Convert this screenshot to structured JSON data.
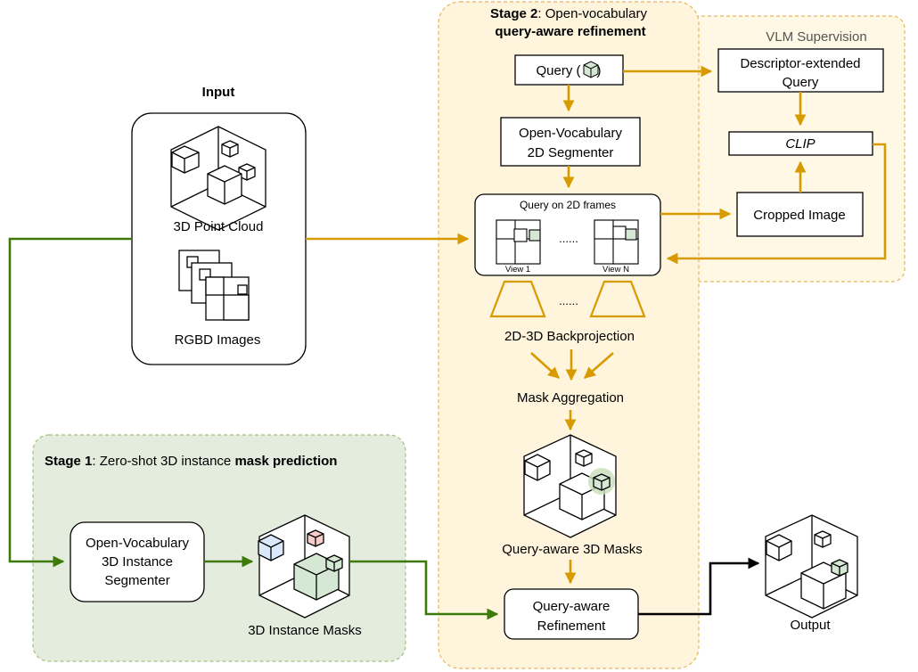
{
  "input": {
    "heading": "Input",
    "point_cloud_label": "3D Point Cloud",
    "rgbd_label": "RGBD Images"
  },
  "stage1": {
    "title_bold": "Stage 1",
    "title_mid": ": Zero-shot 3D instance ",
    "title_bold2": "mask prediction",
    "segmenter_line1": "Open-Vocabulary",
    "segmenter_line2": "3D Instance",
    "segmenter_line3": "Segmenter",
    "masks_label": "3D Instance Masks"
  },
  "stage2": {
    "title_bold": "Stage 2",
    "title_rest": ": Open-vocabulary",
    "title_line2": "query-aware refinement",
    "query_label_prefix": "Query (",
    "query_label_suffix": ")",
    "seg2d_line1": "Open-Vocabulary",
    "seg2d_line2": "2D Segmenter",
    "frames_title": "Query on 2D frames",
    "view1": "View 1",
    "viewN": "View N",
    "ellipsis": "......",
    "backprojection": "2D-3D Backprojection",
    "aggregation": "Mask Aggregation",
    "qa_masks": "Query-aware 3D Masks",
    "refine_line1": "Query-aware",
    "refine_line2": "Refinement"
  },
  "vlm": {
    "title": "VLM Supervision",
    "desc_line1": "Descriptor-extended",
    "desc_line2": "Query",
    "clip": "CLIP",
    "cropped": "Cropped Image"
  },
  "output": {
    "label": "Output"
  },
  "colors": {
    "orange": "#d79b00",
    "green": "#3d7a0a",
    "stage1_fill": "#e4ecdd",
    "stage2_fill": "#fff5dc",
    "vlm_fill": "#fff8e4"
  }
}
